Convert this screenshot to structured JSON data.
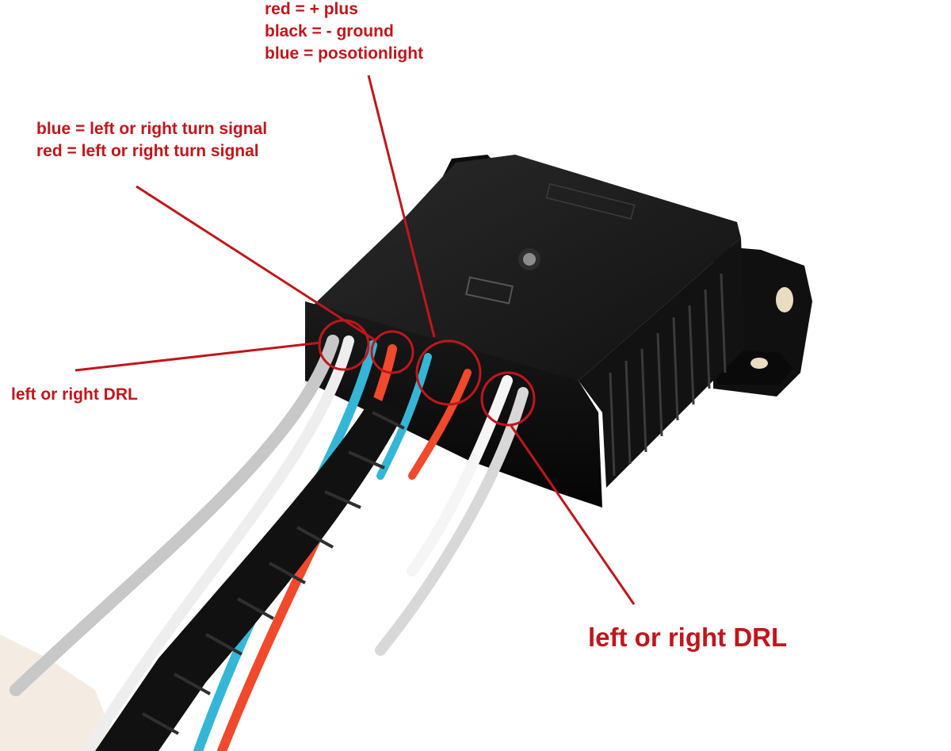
{
  "annotations": {
    "top_block": {
      "lines": [
        "red = + plus",
        "black = - ground",
        "blue = posotionlight"
      ]
    },
    "middle_block": {
      "lines": [
        "blue = left or right turn signal",
        "red = left or right turn signal"
      ]
    },
    "left_label": "left or right DRL",
    "bottom_label": "left or right DRL"
  },
  "colors": {
    "annotation": "#c0161b",
    "module_body": "#151515",
    "wire_red": "#f0492c",
    "wire_blue": "#35b6d6",
    "wire_white": "#f2f2f2",
    "wire_gray": "#c8c8c8",
    "conduit": "#111111"
  }
}
